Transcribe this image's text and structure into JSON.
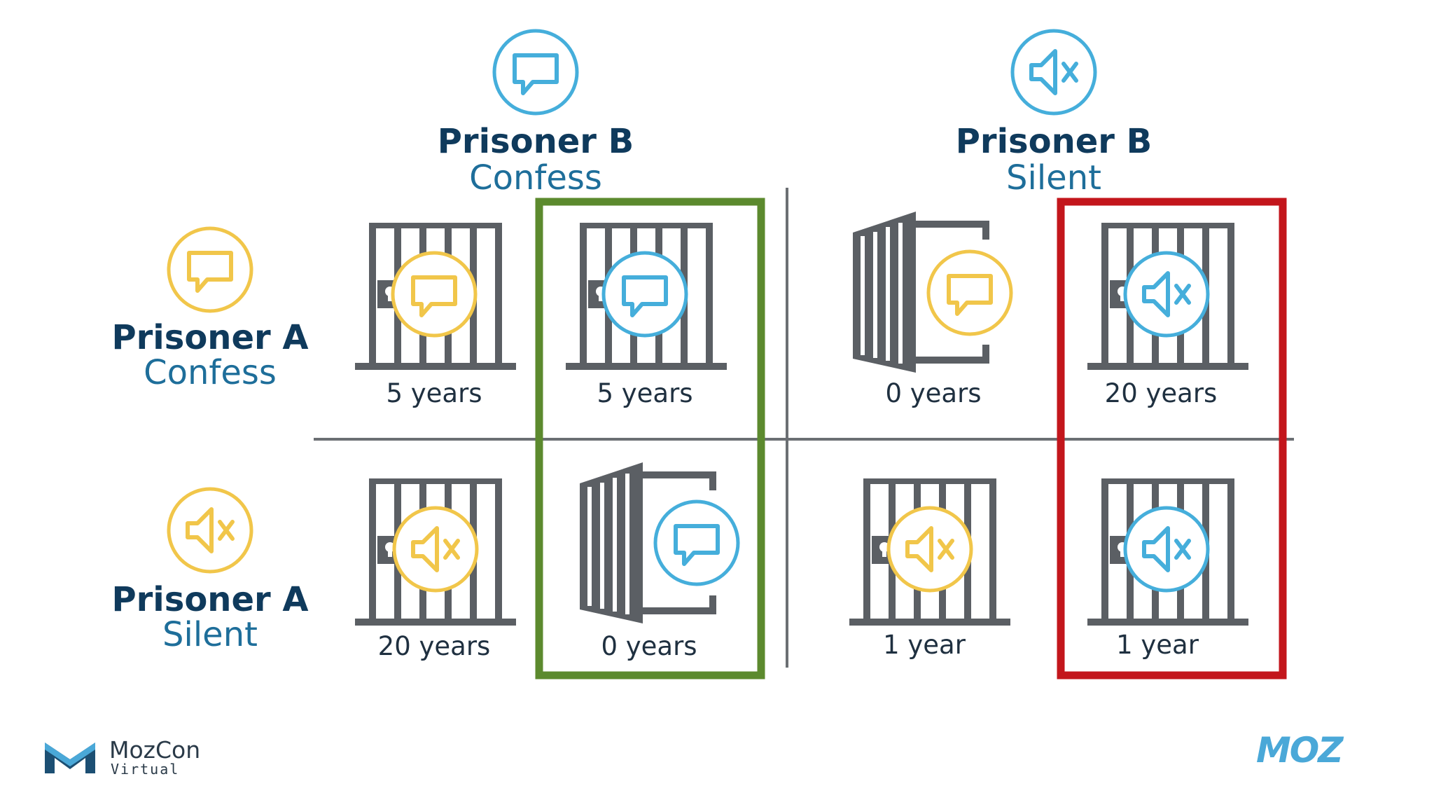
{
  "colors": {
    "yellow": "#f1c64a",
    "blue": "#45aedb",
    "bars": "#5b5f64",
    "title_dark": "#0f3a5c",
    "title_light": "#1e6e9a",
    "green_box": "#5c8a2e",
    "red_box": "#c3161c",
    "divider": "#6b6f73"
  },
  "columns": [
    {
      "title": "Prisoner B",
      "subtitle": "Confess",
      "icon": "speech-bubble-icon"
    },
    {
      "title": "Prisoner B",
      "subtitle": "Silent",
      "icon": "muted-speaker-icon"
    }
  ],
  "rows": [
    {
      "title": "Prisoner A",
      "subtitle": "Confess",
      "icon": "speech-bubble-icon"
    },
    {
      "title": "Prisoner A",
      "subtitle": "Silent",
      "icon": "muted-speaker-icon"
    }
  ],
  "cells": {
    "r1c1a": {
      "label": "5 years",
      "cell": "closed",
      "icon": "speech-bubble-icon",
      "color": "yellow"
    },
    "r1c1b": {
      "label": "5 years",
      "cell": "closed",
      "icon": "speech-bubble-icon",
      "color": "blue"
    },
    "r1c2a": {
      "label": "0 years",
      "cell": "open",
      "icon": "speech-bubble-icon",
      "color": "yellow"
    },
    "r1c2b": {
      "label": "20 years",
      "cell": "closed",
      "icon": "muted-speaker-icon",
      "color": "blue"
    },
    "r2c1a": {
      "label": "20 years",
      "cell": "closed",
      "icon": "muted-speaker-icon",
      "color": "yellow"
    },
    "r2c1b": {
      "label": "0 years",
      "cell": "open",
      "icon": "speech-bubble-icon",
      "color": "blue"
    },
    "r2c2a": {
      "label": "1 year",
      "cell": "closed",
      "icon": "muted-speaker-icon",
      "color": "yellow"
    },
    "r2c2b": {
      "label": "1 year",
      "cell": "closed",
      "icon": "muted-speaker-icon",
      "color": "blue"
    }
  },
  "footer": {
    "mozcon_name": "MozCon",
    "mozcon_sub": "Virtual",
    "moz_logo": "MOZ"
  }
}
